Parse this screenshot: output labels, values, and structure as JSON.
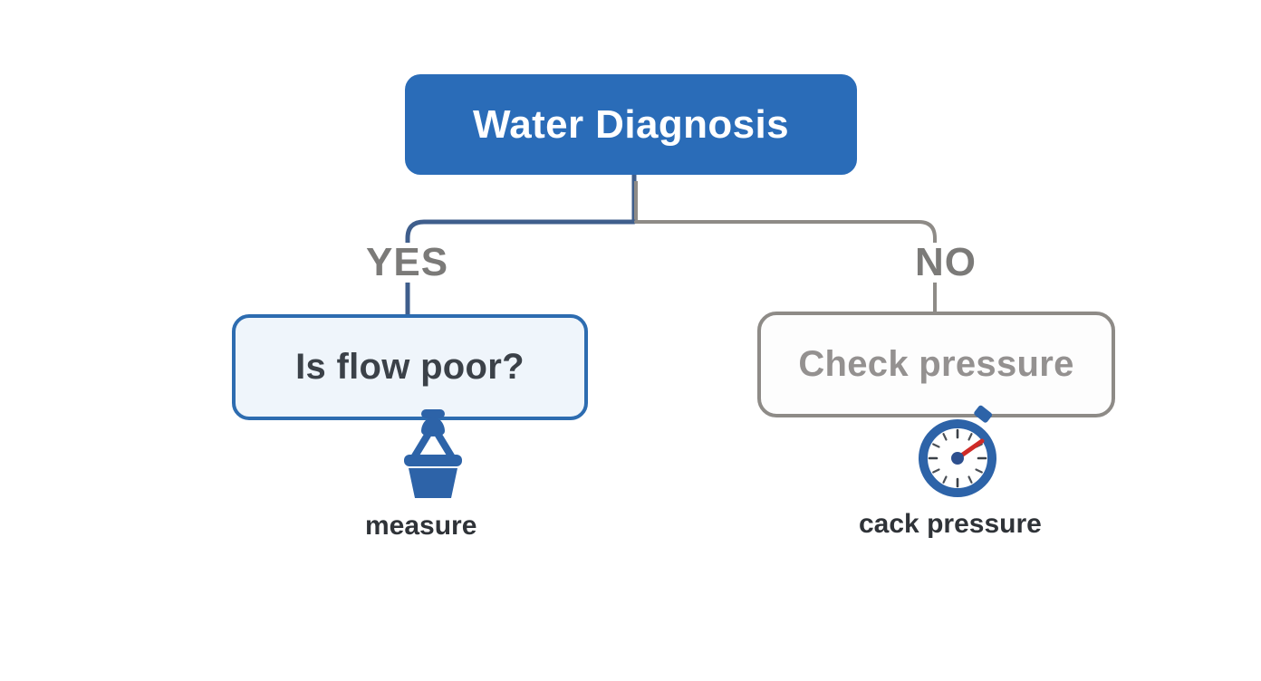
{
  "diagram": {
    "title": "Water Diagnosis",
    "background_color": "#ffffff",
    "root": {
      "label": "Water Diagnosis",
      "fill": "#2a6cb8",
      "text_color": "#ffffff"
    },
    "branches": [
      {
        "label": "YES",
        "color": "#3f5e8c",
        "node": {
          "label": "Is flow poor?",
          "fill": "#eff5fb",
          "border": "#2d6cb0",
          "text_color": "#3b4148"
        },
        "icon": "bucket-icon",
        "caption": "measure"
      },
      {
        "label": "NO",
        "color": "#8e8b87",
        "node": {
          "label": "Check pressure",
          "fill": "#fdfdfd",
          "border": "#8e8b87",
          "text_color": "#949190"
        },
        "icon": "stopwatch-icon",
        "caption": "cack pressure"
      }
    ]
  }
}
